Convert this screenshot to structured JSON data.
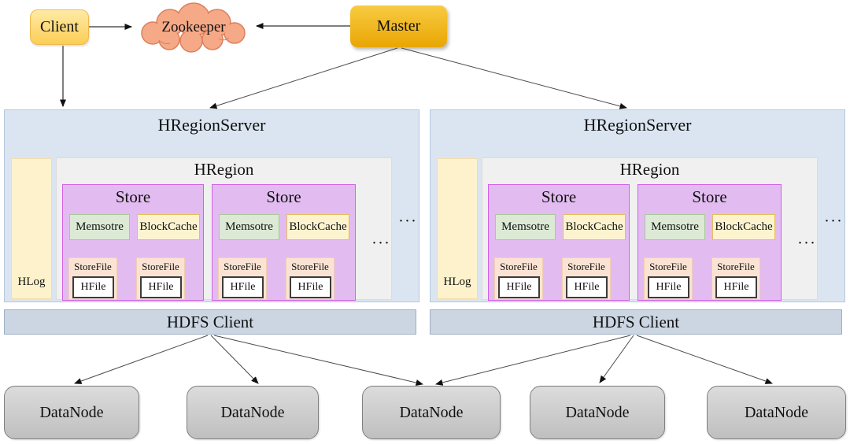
{
  "top": {
    "client": "Client",
    "zookeeper": "Zookeeper",
    "master": "Master"
  },
  "servers": [
    {
      "title": "HRegionServer",
      "hlog": "HLog",
      "ellipsis": "···",
      "hdfs": "HDFS Client",
      "region": {
        "title": "HRegion",
        "ellipsis": "···",
        "stores": [
          {
            "title": "Store",
            "memstore": "Memsotre",
            "blockcache": "BlockCache",
            "storefiles": [
              {
                "label": "StoreFile",
                "hfile": "HFile"
              },
              {
                "label": "StoreFile",
                "hfile": "HFile"
              }
            ]
          },
          {
            "title": "Store",
            "memstore": "Memsotre",
            "blockcache": "BlockCache",
            "storefiles": [
              {
                "label": "StoreFile",
                "hfile": "HFile"
              },
              {
                "label": "StoreFile",
                "hfile": "HFile"
              }
            ]
          }
        ]
      }
    },
    {
      "title": "HRegionServer",
      "hlog": "HLog",
      "ellipsis": "···",
      "hdfs": "HDFS Client",
      "region": {
        "title": "HRegion",
        "ellipsis": "···",
        "stores": [
          {
            "title": "Store",
            "memstore": "Memsotre",
            "blockcache": "BlockCache",
            "storefiles": [
              {
                "label": "StoreFile",
                "hfile": "HFile"
              },
              {
                "label": "StoreFile",
                "hfile": "HFile"
              }
            ]
          },
          {
            "title": "Store",
            "memstore": "Memsotre",
            "blockcache": "BlockCache",
            "storefiles": [
              {
                "label": "StoreFile",
                "hfile": "HFile"
              },
              {
                "label": "StoreFile",
                "hfile": "HFile"
              }
            ]
          }
        ]
      }
    }
  ],
  "datanodes": [
    "DataNode",
    "DataNode",
    "DataNode",
    "DataNode",
    "DataNode"
  ],
  "colors": {
    "server_fill": "#dbe5f1",
    "server_border": "#b4c7de",
    "hlog_fill": "#fdf2cc",
    "hlog_border": "#f0ddab",
    "region_fill": "#f0f0f0",
    "region_border": "#dcdcdc",
    "store_fill": "#e2bcf0",
    "store_border": "#d05fe8",
    "memstore_fill": "#dcead5",
    "memstore_border": "#a8c89a",
    "blockcache_fill": "#fdf3cf",
    "blockcache_border": "#e3bf59",
    "storefile_fill": "#fbe3d4",
    "storefile_border": "#f3cdb2",
    "hfile_fill": "#ffffff",
    "hfile_border": "#3c3c3c",
    "hdfs_fill": "#ccd6e3",
    "hdfs_border": "#9fb0c4",
    "datanode_fill": "#cccccc",
    "datanode_border": "#7f7f7f",
    "client_fill": "#fbce55",
    "master_fill": "#eeb211",
    "cloud_fill": "#f5a987",
    "cloud_border": "#dd7f5d",
    "arrow": "#1a1a1a"
  }
}
